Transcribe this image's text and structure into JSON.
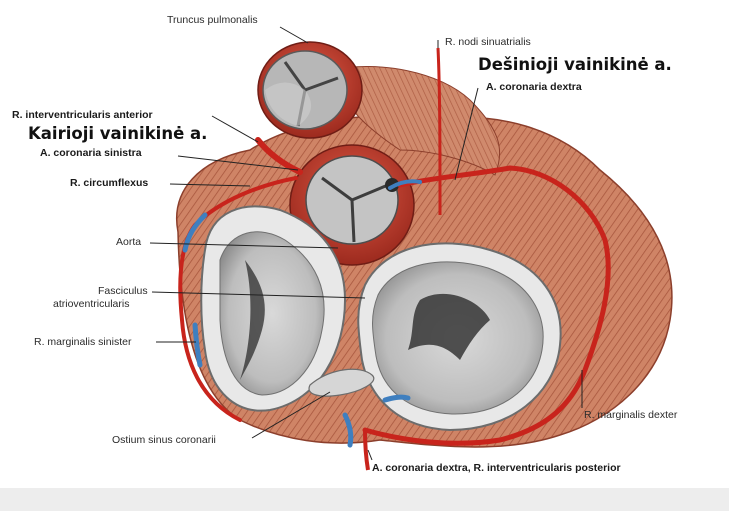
{
  "labels": {
    "truncus_pulmonalis": "Truncus pulmonalis",
    "r_nodi_sinuatrialis": "R. nodi sinuatrialis",
    "desinioji": "Dešinioji vainikinė a.",
    "a_coronaria_dextra": "A. coronaria dextra",
    "r_interventricularis_anterior": "R. interventricularis anterior",
    "kairioji": "Kairioji vainikinė a.",
    "a_coronaria_sinistra": "A. coronaria sinistra",
    "r_circumflexus": "R. circumflexus",
    "aorta": "Aorta",
    "fasciculus_1": "Fasciculus",
    "fasciculus_2": "atrioventricularis",
    "r_marginalis_sinister": "R. marginalis sinister",
    "r_marginalis_dexter": "R. marginalis dexter",
    "ostium_sinus_coronarii": "Ostium sinus coronarii",
    "bottom": "A. coronaria dextra, R. interventricularis posterior"
  },
  "colors": {
    "muscle": "#c9775a",
    "muscle_dark": "#a9503a",
    "artery": "#c8241c",
    "vein": "#3f7fbf",
    "valve_gray": "#9a9a9a",
    "valve_dark": "#3c3c3c"
  }
}
